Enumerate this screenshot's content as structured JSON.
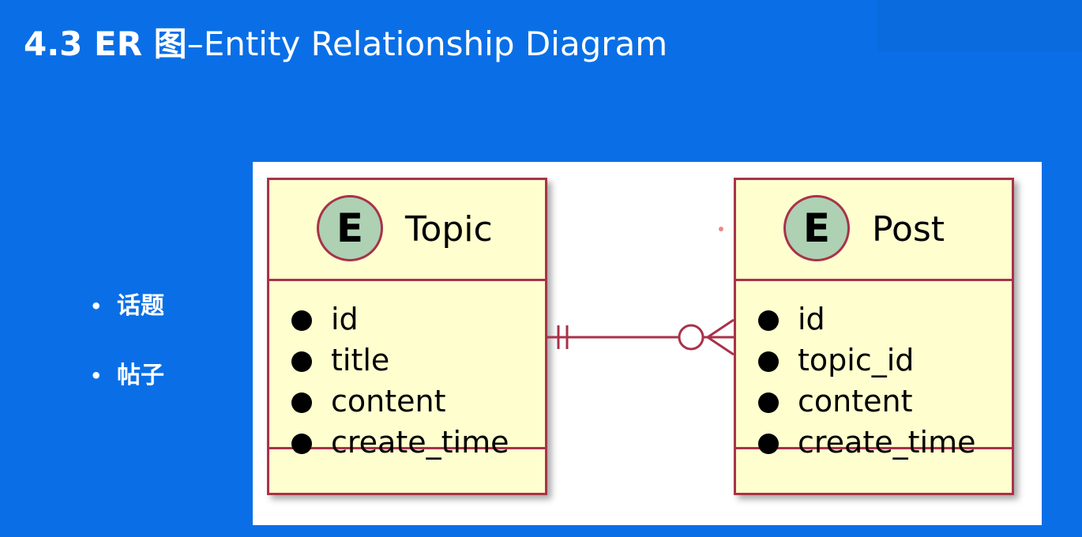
{
  "slide": {
    "title_bold": "4.3 ER 图",
    "title_rest": "–Entity Relationship Diagram"
  },
  "bullets": [
    {
      "marker": "•",
      "text": "话题"
    },
    {
      "marker": "•",
      "text": "帖子"
    }
  ],
  "diagram": {
    "entities": [
      {
        "badge": "E",
        "name": "Topic",
        "attributes": [
          "id",
          "title",
          "content",
          "create_time"
        ]
      },
      {
        "badge": "E",
        "name": "Post",
        "attributes": [
          "id",
          "topic_id",
          "content",
          "create_time"
        ]
      }
    ],
    "relationship": {
      "from": "Topic",
      "to": "Post",
      "from_cardinality": "exactly-one",
      "to_cardinality": "zero-or-many"
    },
    "colors": {
      "entity_fill": "#fefece",
      "entity_border": "#a8324a",
      "badge_fill": "#add1b2",
      "background": "#0a6fe6"
    }
  }
}
